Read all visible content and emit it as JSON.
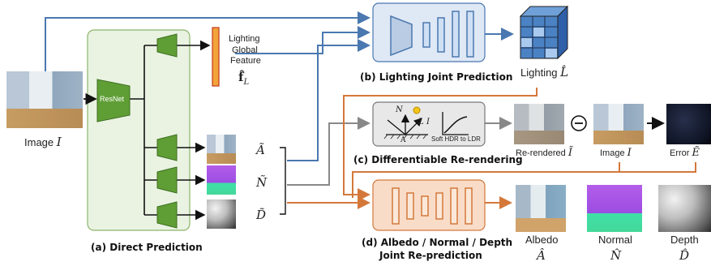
{
  "labels": {
    "image_caption": "Image",
    "image_sym": "I",
    "resnet": "ResNet",
    "lighting_feature_1": "Lighting",
    "lighting_feature_2": "Global",
    "lighting_feature_3": "Feature",
    "lighting_feature_sym": "f̂",
    "lighting_feature_sub": "L",
    "lighting_out": "Lighting",
    "lighting_sym": "L̂",
    "albedo_sym": "Ã",
    "normal_sym": "Ñ",
    "depth_sym": "D̃",
    "render_N": "N",
    "render_L": "L",
    "render_I": "I",
    "render_A": "A",
    "render_text": "Soft HDR to LDR",
    "rerendered": "Re-rendered",
    "rerendered_sym": "Ĩ",
    "image2": "Image",
    "image2_sym": "I",
    "error": "Error",
    "error_sym": "Ẽ",
    "albedo_out": "Albedo",
    "albedo_out_sym": "Â",
    "normal_out": "Normal",
    "normal_out_sym": "N̂",
    "depth_out": "Depth",
    "depth_out_sym": "D̂",
    "minus_sym": "−"
  },
  "captions": {
    "a": "(a) Direct Prediction",
    "b": "(b) Lighting Joint Prediction",
    "c": "(c) Differentiable Re-rendering",
    "d1": "(d) Albedo / Normal / Depth",
    "d2": "Joint Re-prediction"
  },
  "colors": {
    "blue_line": "#4a78b0",
    "gray_line": "#888888",
    "orange_line": "#d4783a",
    "green_block": "#5f9e35",
    "green_panel": "#eaf3e2",
    "blue_panel": "#dfe8f5",
    "orange_panel": "#f8dcc8",
    "orange_bar": "#e8a15f"
  }
}
